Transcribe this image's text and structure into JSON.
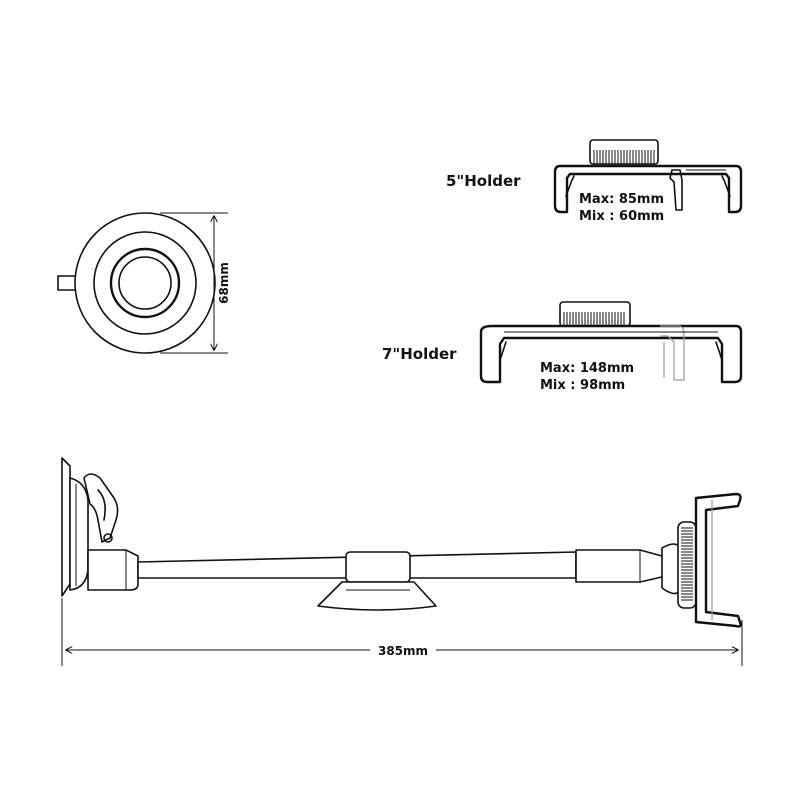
{
  "holder5": {
    "title": "5\"Holder",
    "max": "Max: 85mm",
    "min": "Mix : 60mm"
  },
  "holder7": {
    "title": "7\"Holder",
    "max": "Max: 148mm",
    "min": "Mix : 98mm"
  },
  "suction_cup": {
    "diameter": "68mm"
  },
  "mount": {
    "length": "385mm"
  },
  "colors": {
    "line": "#111111",
    "ghost": "#9a9a9a",
    "background": "#ffffff"
  }
}
